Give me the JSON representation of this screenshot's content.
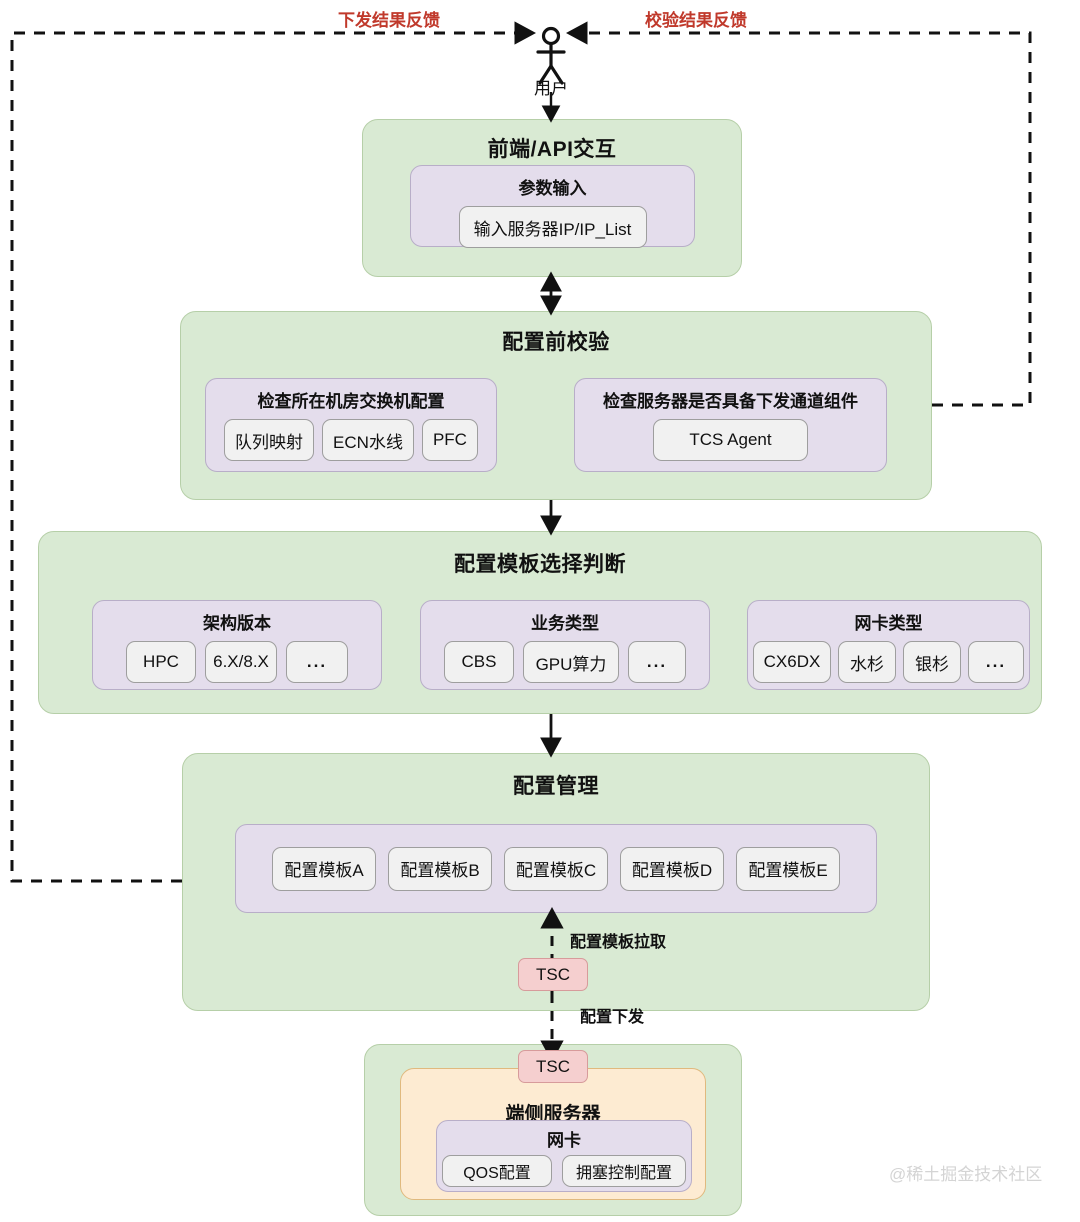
{
  "diagram": {
    "actor": {
      "label": "用户",
      "icon": "user-stick-figure-icon"
    },
    "feedback": {
      "left_label": "下发结果反馈",
      "right_label": "校验结果反馈",
      "color": "#c0392b"
    },
    "edge_labels": {
      "pull_template": "配置模板拉取",
      "deliver_config": "配置下发"
    },
    "badges": {
      "tsc_upper": "TSC",
      "tsc_lower": "TSC"
    },
    "stages": [
      {
        "title": "前端/API交互",
        "groups": [
          {
            "title": "参数输入",
            "chips": [
              "输入服务器IP/IP_List"
            ]
          }
        ]
      },
      {
        "title": "配置前校验",
        "groups": [
          {
            "title": "检查所在机房交换机配置",
            "chips": [
              "队列映射",
              "ECN水线",
              "PFC"
            ]
          },
          {
            "title": "检查服务器是否具备下发通道组件",
            "chips": [
              "TCS Agent"
            ]
          }
        ]
      },
      {
        "title": "配置模板选择判断",
        "groups": [
          {
            "title": "架构版本",
            "chips": [
              "HPC",
              "6.X/8.X",
              "..."
            ]
          },
          {
            "title": "业务类型",
            "chips": [
              "CBS",
              "GPU算力",
              "..."
            ]
          },
          {
            "title": "网卡类型",
            "chips": [
              "CX6DX",
              "水杉",
              "银杉",
              "..."
            ]
          }
        ]
      },
      {
        "title": "配置管理",
        "groups": [
          {
            "title": "",
            "chips": [
              "配置模板A",
              "配置模板B",
              "配置模板C",
              "配置模板D",
              "配置模板E"
            ]
          }
        ]
      },
      {
        "title": "",
        "server": {
          "title": "端侧服务器",
          "groups": [
            {
              "title": "网卡",
              "chips": [
                "QOS配置",
                "拥塞控制配置"
              ]
            }
          ]
        }
      }
    ],
    "watermark": "@稀土掘金技术社区",
    "colors": {
      "stage_fill": "#d9ead3",
      "stage_stroke": "#b6cfa8",
      "group_fill": "#e4ddec",
      "group_stroke": "#b8aec8",
      "chip_fill": "#f1f1f1",
      "chip_stroke": "#9e9e9e",
      "server_fill": "#fdebd2",
      "server_stroke": "#e0b97e",
      "badge_fill": "#f5cfcf",
      "badge_stroke": "#d79b9b",
      "feedback_text": "#c0392b"
    }
  }
}
